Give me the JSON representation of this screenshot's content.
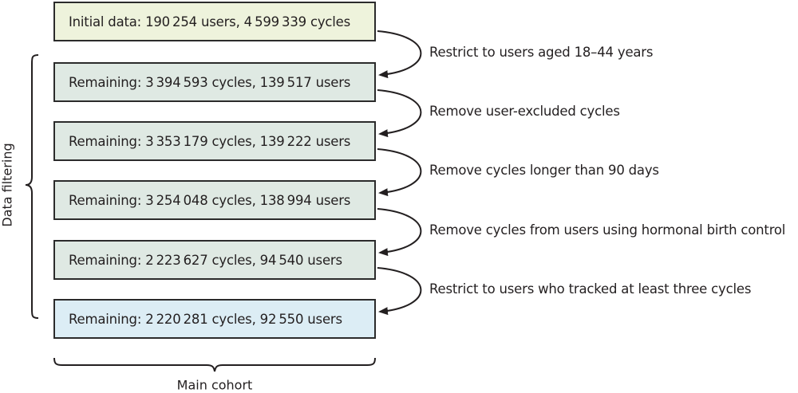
{
  "boxes": [
    {
      "text": "Initial data: 190 254 users, 4 599 339 cycles",
      "kind": "initial"
    },
    {
      "text": "Remaining: 3 394 593 cycles, 139 517 users",
      "kind": "mid"
    },
    {
      "text": "Remaining: 3 353 179 cycles, 139 222 users",
      "kind": "mid"
    },
    {
      "text": "Remaining: 3 254 048 cycles, 138 994 users",
      "kind": "mid"
    },
    {
      "text": "Remaining: 2 223 627 cycles, 94 540 users",
      "kind": "mid"
    },
    {
      "text": "Remaining: 2 220 281 cycles, 92 550 users",
      "kind": "final"
    }
  ],
  "steps": [
    "Restrict to users aged 18–44 years",
    "Remove user-excluded cycles",
    "Remove cycles longer than 90 days",
    "Remove cycles from users using hormonal birth control",
    "Restrict to users who tracked at least three cycles"
  ],
  "labels": {
    "side": "Data filtering",
    "bottom": "Main cohort"
  }
}
